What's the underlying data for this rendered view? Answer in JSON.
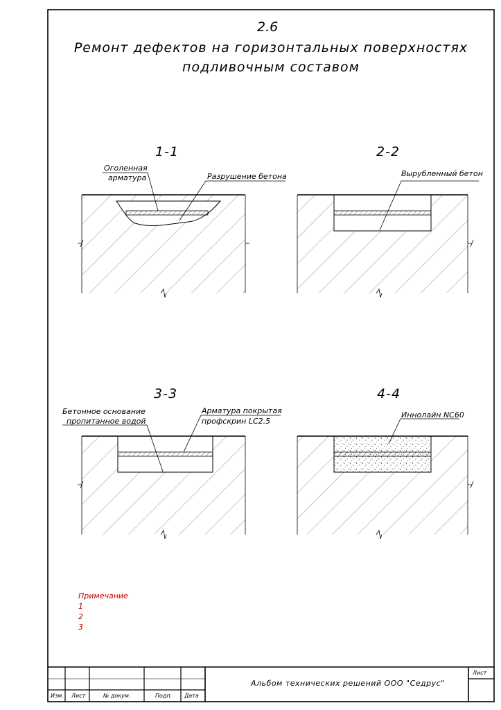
{
  "sheet_number": "2.6",
  "title_line1": "Ремонт дефектов на горизонтальных поверхностях",
  "title_line2": "подливочным составом",
  "sections": [
    {
      "id": "1-1",
      "label": "1-1",
      "callouts": [
        "Оголенная",
        "арматура",
        "Разрушение бетона"
      ]
    },
    {
      "id": "2-2",
      "label": "2-2",
      "callouts": [
        "Вырубленный бетон"
      ]
    },
    {
      "id": "3-3",
      "label": "3-3",
      "callouts": [
        "Бетонное основание",
        "пропитанное водой",
        "Арматура покрытая",
        "профскрин LC2.5"
      ]
    },
    {
      "id": "4-4",
      "label": "4-4",
      "callouts": [
        "Иннолайн NC60"
      ]
    }
  ],
  "notes": {
    "heading": "Примечание",
    "items": [
      "1",
      "2",
      "3"
    ],
    "color": "#c00000"
  },
  "title_block": {
    "album": "Альбом технических решений ООО \"Седрус\"",
    "sheet_label": "Лист",
    "columns": [
      "Изм.",
      "Лист",
      "№ докум.",
      "Подп.",
      "Дата"
    ]
  }
}
